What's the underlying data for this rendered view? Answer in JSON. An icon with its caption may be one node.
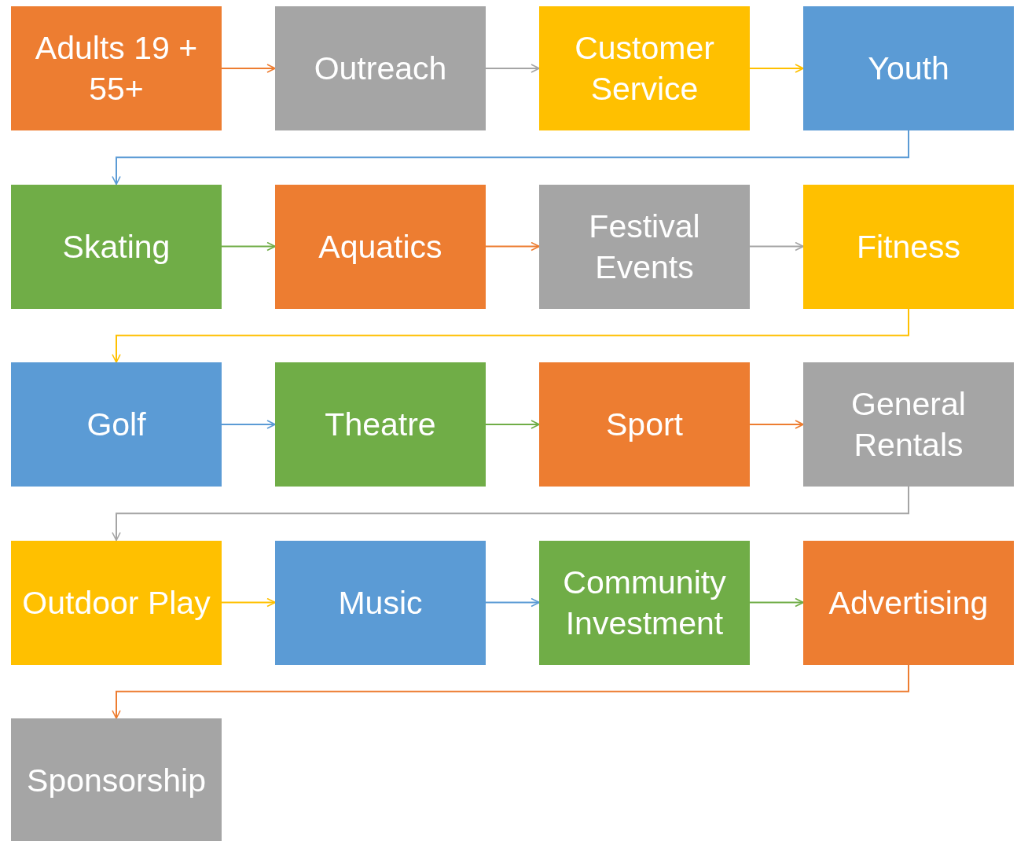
{
  "diagram": {
    "nodes": [
      {
        "text": [
          "Adults 19 + 55+"
        ]
      },
      {
        "text": [
          "Outreach"
        ]
      },
      {
        "text": [
          "Customer Service"
        ]
      },
      {
        "text": [
          "Youth"
        ]
      },
      {
        "text": [
          "Skating"
        ]
      },
      {
        "text": [
          "Aquatics"
        ]
      },
      {
        "text": [
          "Festival Events"
        ]
      },
      {
        "text": [
          "Fitness"
        ]
      },
      {
        "text": [
          "Golf"
        ]
      },
      {
        "text": [
          "Theatre"
        ]
      },
      {
        "text": [
          "Sport"
        ]
      },
      {
        "text": [
          "General Rentals"
        ]
      },
      {
        "text": [
          "Outdoor Play"
        ]
      },
      {
        "text": [
          "Music"
        ]
      },
      {
        "text": [
          "Community Investment"
        ]
      },
      {
        "text": [
          "Advertising"
        ]
      },
      {
        "text": [
          "Sponsorship"
        ]
      }
    ],
    "edges": [
      {
        "from": 0,
        "to": 1,
        "arrow": "to",
        "color": "#ed7d31"
      },
      {
        "from": 1,
        "to": 2,
        "arrow": "to",
        "color": "#a5a5a5"
      },
      {
        "from": 2,
        "to": 3,
        "arrow": "to",
        "color": "#ffc000"
      },
      {
        "from": 3,
        "to": 4,
        "arrow": "to",
        "color": "#5b9bd5"
      },
      {
        "from": 4,
        "to": 5,
        "arrow": "to",
        "color": "#70ad47"
      },
      {
        "from": 5,
        "to": 6,
        "arrow": "to",
        "color": "#ed7d31"
      },
      {
        "from": 6,
        "to": 7,
        "arrow": "to",
        "color": "#a5a5a5"
      },
      {
        "from": 7,
        "to": 8,
        "arrow": "to",
        "color": "#ffc000"
      },
      {
        "from": 8,
        "to": 9,
        "arrow": "to",
        "color": "#5b9bd5"
      },
      {
        "from": 9,
        "to": 10,
        "arrow": "to",
        "color": "#70ad47"
      },
      {
        "from": 10,
        "to": 11,
        "arrow": "to",
        "color": "#ed7d31"
      },
      {
        "from": 11,
        "to": 12,
        "arrow": "to",
        "color": "#a5a5a5"
      },
      {
        "from": 12,
        "to": 13,
        "arrow": "to",
        "color": "#ffc000"
      },
      {
        "from": 13,
        "to": 14,
        "arrow": "to",
        "color": "#5b9bd5"
      },
      {
        "from": 14,
        "to": 15,
        "arrow": "to",
        "color": "#70ad47"
      },
      {
        "from": 15,
        "to": 16,
        "arrow": "to",
        "color": "#ed7d31"
      }
    ]
  }
}
